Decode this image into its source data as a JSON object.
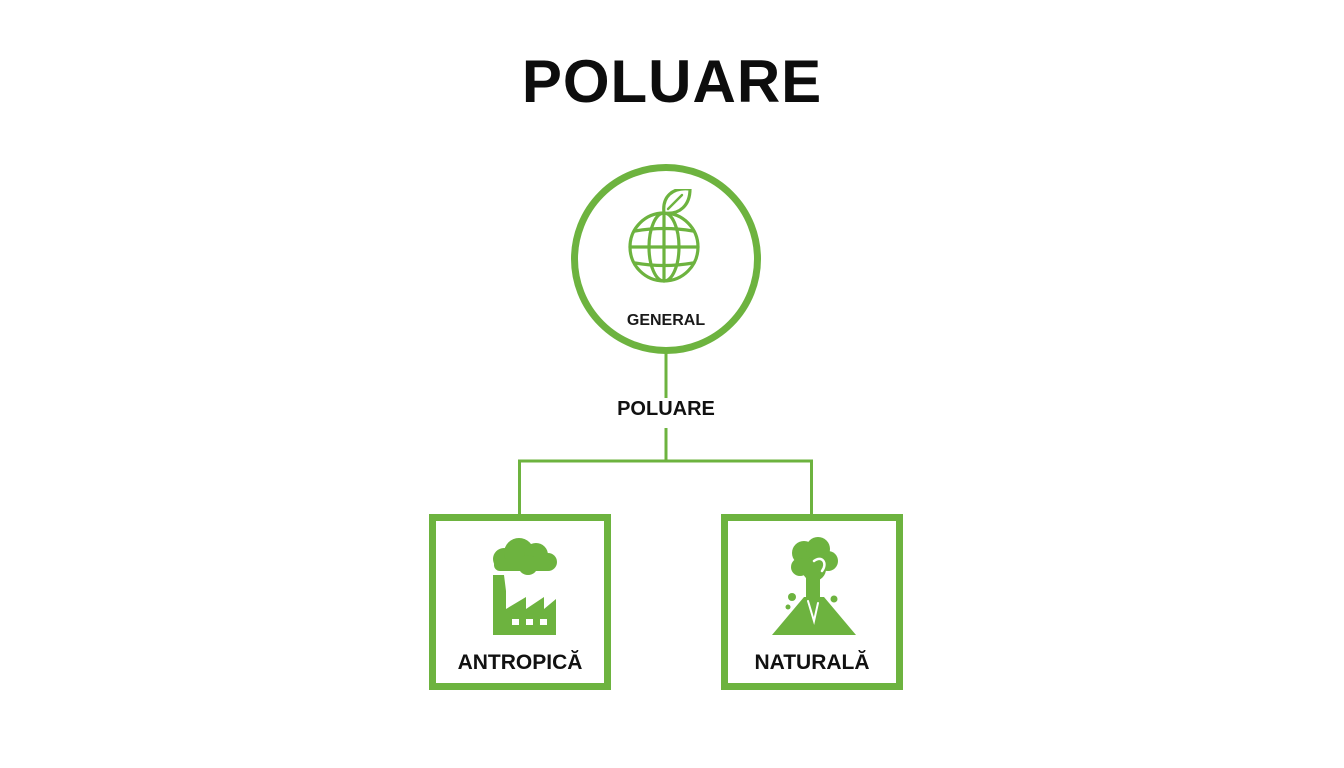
{
  "title": "POLUARE",
  "root": {
    "label": "GENERAL",
    "icon": "globe-leaf-icon"
  },
  "connector_label": "POLUARE",
  "children": [
    {
      "label": "ANTROPICĂ",
      "icon": "factory-icon"
    },
    {
      "label": "NATURALĂ",
      "icon": "volcano-icon"
    }
  ],
  "colors": {
    "accent": "#6db33f",
    "text": "#111111",
    "background": "#ffffff"
  }
}
